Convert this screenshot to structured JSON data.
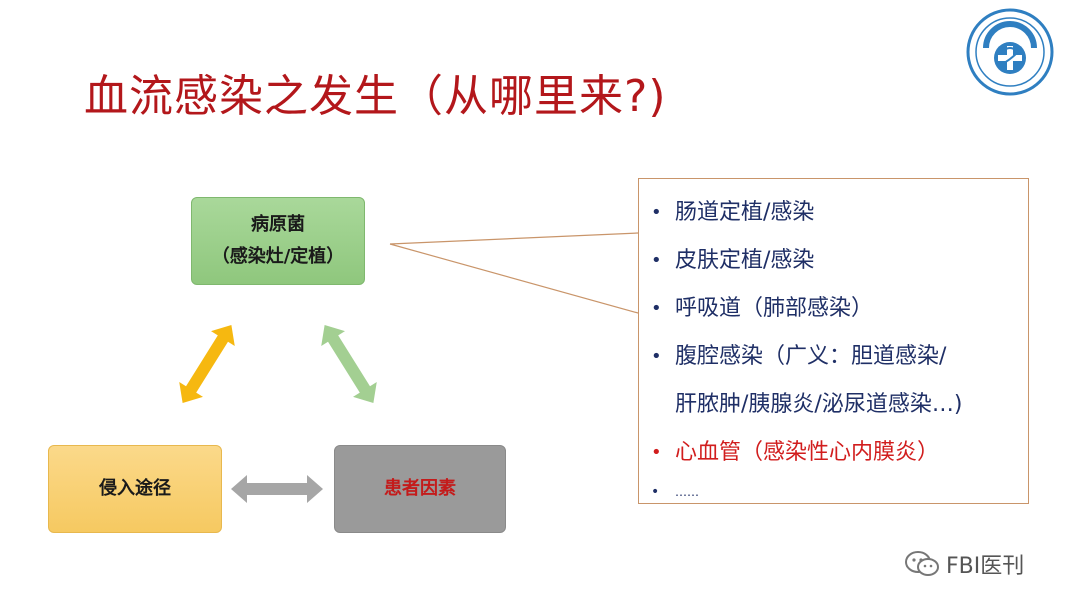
{
  "title": "血流感染之发生（从哪里来?)",
  "nodes": {
    "pathogen": {
      "line1": "病原菌",
      "line2": "（感染灶/定植）"
    },
    "invasion": {
      "label": "侵入途径"
    },
    "patient": {
      "label": "患者因素"
    }
  },
  "callout": {
    "items": [
      {
        "bullet": "•",
        "text": "肠道定植/感染"
      },
      {
        "bullet": "•",
        "text": "皮肤定植/感染"
      },
      {
        "bullet": "•",
        "text": "呼吸道（肺部感染）"
      },
      {
        "bullet": "•",
        "text": "腹腔感染（广义：胆道感染/"
      },
      {
        "bullet": "",
        "text": "肝脓肿/胰腺炎/泌尿道感染…)"
      },
      {
        "bullet": "•",
        "text": "心血管（感染性心内膜炎）"
      },
      {
        "bullet": "•",
        "text": "……"
      }
    ]
  },
  "watermark": {
    "text": "FBI医刊"
  },
  "colors": {
    "title": "#b3171b",
    "pathogen_fill": "#9fd08e",
    "invasion_fill": "#f8cf73",
    "patient_fill": "#9a9a9a",
    "patient_text": "#c41b1b",
    "arrow_orange": "#f6b810",
    "arrow_green": "#a3cf92",
    "arrow_gray": "#a6a6a6",
    "callout_border": "#c9956a",
    "list_text": "#1f2f66",
    "list_red": "#d11d1d"
  }
}
